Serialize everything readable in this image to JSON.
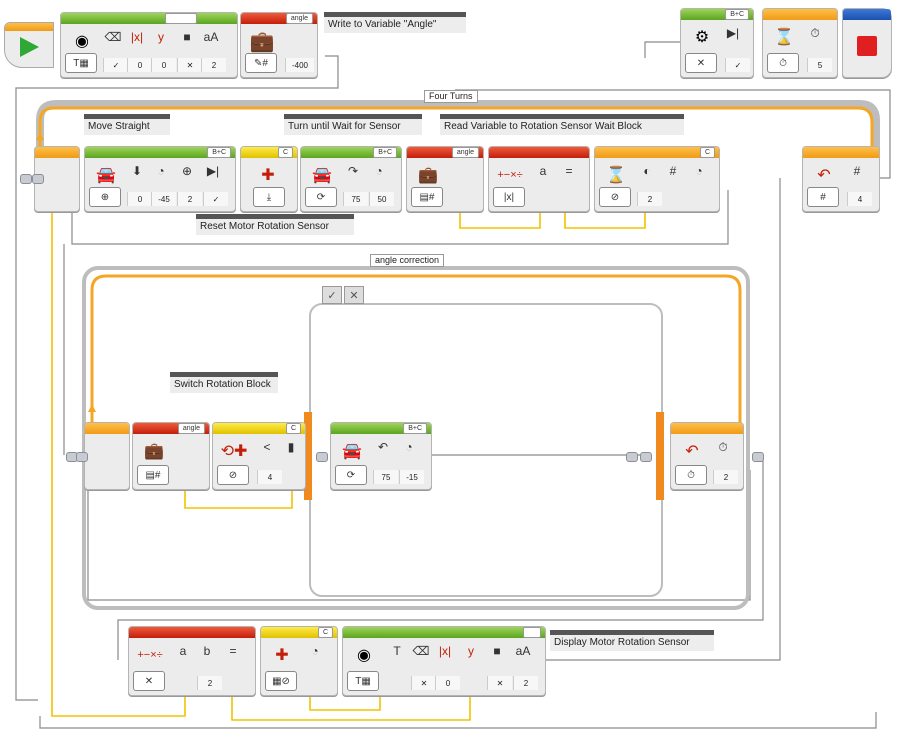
{
  "labels": {
    "write_var": "Write to Variable \"Angle\"",
    "move_straight": "Move Straight",
    "turn_until": "Turn until Wait for Sensor",
    "read_var": "Read Variable to Rotation Sensor Wait Block",
    "reset_motor": "Reset Motor Rotation Sensor",
    "switch_rotation": "Switch Rotation Block",
    "display_motor": "Display Motor Rotation Sensor"
  },
  "loops": {
    "four_turns": "Four Turns",
    "angle_correction": "angle correction"
  },
  "switch_tabs": {
    "true_icon": "✓",
    "false_icon": "✕"
  },
  "row0": {
    "display_vals": [
      "0",
      "0",
      "2"
    ],
    "var_name": "angle",
    "var_val": "-400",
    "motor_port": "B+C",
    "wait_val": "5"
  },
  "row1": {
    "move_port": "B+C",
    "move_vals": [
      "0",
      "-45",
      "2"
    ],
    "reset_port": "C",
    "steer_port": "B+C",
    "steer_vals": [
      "75",
      "50"
    ],
    "var_name": "angle",
    "math_var": "a",
    "wait_port": "C",
    "wait_val": "2",
    "loop_count": "4"
  },
  "row2": {
    "var_name": "angle",
    "switch_port": "C",
    "switch_val": "4",
    "steer_port": "B+C",
    "steer_vals": [
      "75",
      "-15"
    ],
    "loop_val": "2"
  },
  "row3": {
    "math_a": "a",
    "math_b": "b",
    "math_val": "2",
    "sensor_port": "C",
    "display_vals": [
      "0",
      "2"
    ]
  },
  "colors": {
    "action_green": "#5aa51f",
    "sensor_yellow": "#e0c100",
    "data_red": "#c31e0a",
    "flow_orange": "#f09b16",
    "advanced_blue": "#1b4fb0",
    "wire_yellow": "#f2c300"
  },
  "icons": {
    "start": "play-icon",
    "stop": "stop-icon",
    "display": "display-icon",
    "motor": "motor-icon",
    "variable": "suitcase-icon",
    "math": "math-icon",
    "timer": "hourglass-icon",
    "loop": "loop-icon"
  }
}
